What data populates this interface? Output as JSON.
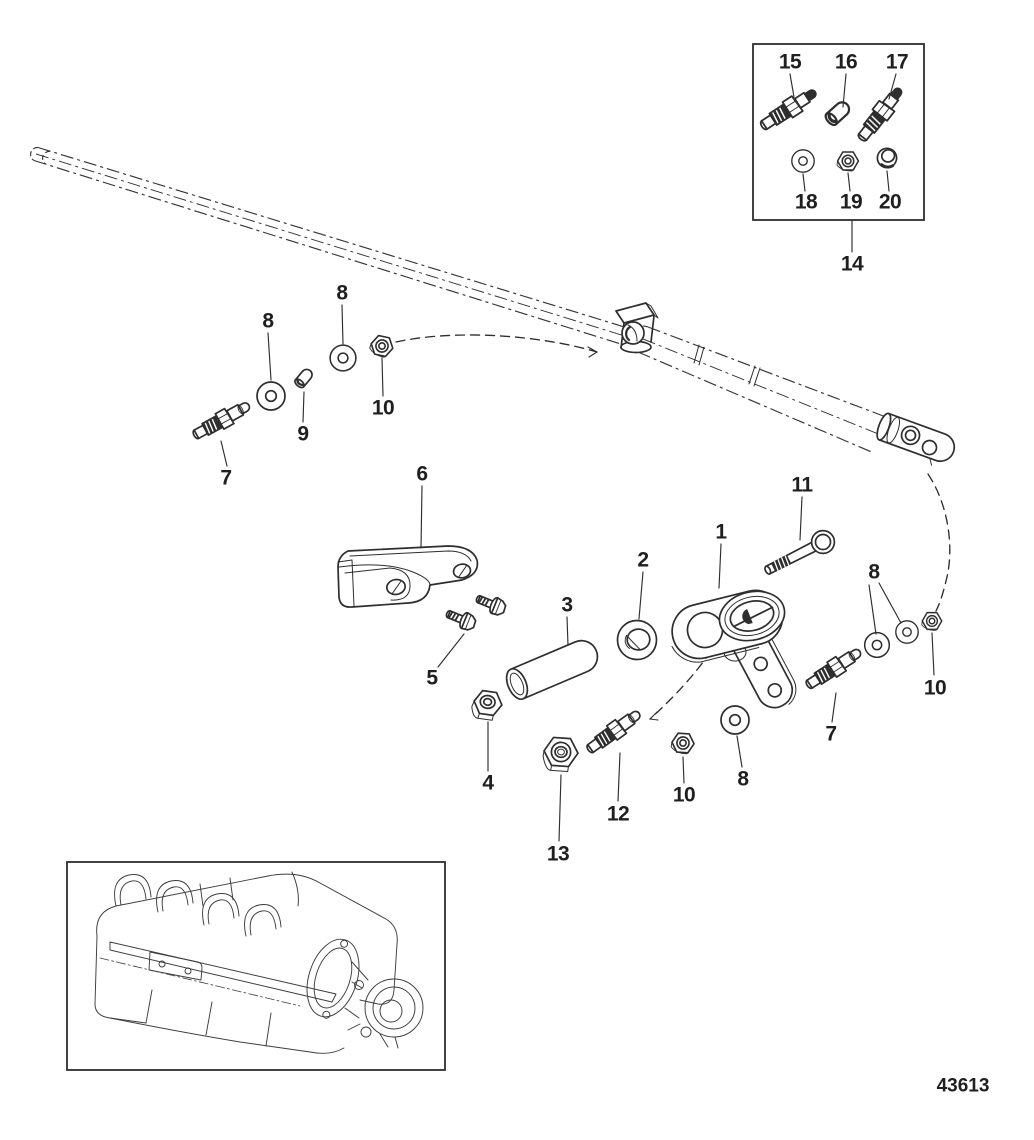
{
  "diagram": {
    "background_color": "#ffffff",
    "line_color": "#2e2e2e",
    "label_color": "#1f1f1f",
    "drawing_number": "43613",
    "callouts": [
      {
        "label": "15"
      },
      {
        "label": "16"
      },
      {
        "label": "17"
      },
      {
        "label": "18"
      },
      {
        "label": "19"
      },
      {
        "label": "20"
      },
      {
        "label": "14"
      },
      {
        "label": "8"
      },
      {
        "label": "8"
      },
      {
        "label": "9"
      },
      {
        "label": "10"
      },
      {
        "label": "7"
      },
      {
        "label": "6"
      },
      {
        "label": "5"
      },
      {
        "label": "3"
      },
      {
        "label": "2"
      },
      {
        "label": "1"
      },
      {
        "label": "11"
      },
      {
        "label": "4"
      },
      {
        "label": "13"
      },
      {
        "label": "12"
      },
      {
        "label": "10"
      },
      {
        "label": "8"
      },
      {
        "label": "7"
      },
      {
        "label": "8"
      },
      {
        "label": "10"
      }
    ]
  }
}
